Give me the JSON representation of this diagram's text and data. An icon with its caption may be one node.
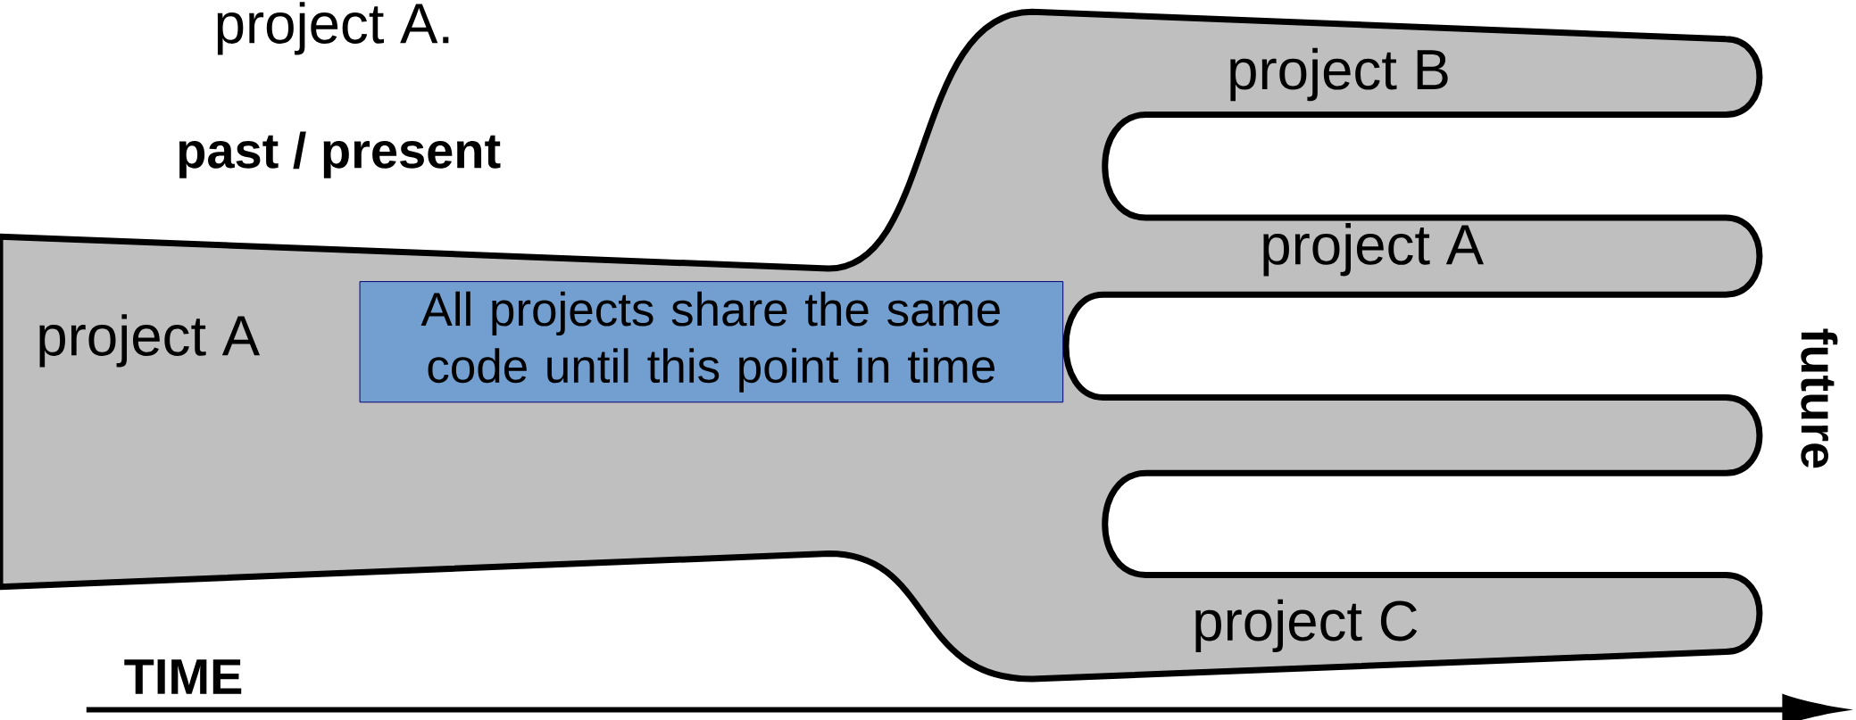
{
  "diagram": {
    "nodes": [
      {
        "text": [
          "project A",
          "project B",
          "project A",
          "project C"
        ]
      },
      {
        "text": [
          "All projects share the same code until this point in time"
        ],
        "in": 0
      }
    ],
    "labels": [
      "project A.",
      "past / present",
      "future",
      "TIME"
    ]
  }
}
